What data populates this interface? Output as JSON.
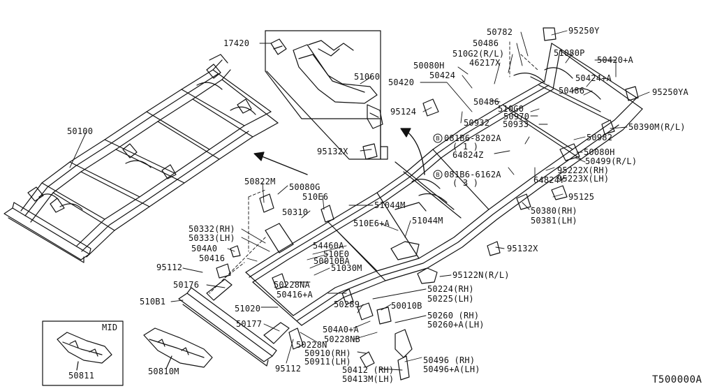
{
  "diagram_code": "T500000A",
  "inset_mid": {
    "title": "MID",
    "part": "50811"
  },
  "callouts": [
    {
      "id": "95250Y",
      "text": "95250Y"
    },
    {
      "id": "50782",
      "text": "50782"
    },
    {
      "id": "17420",
      "text": "17420"
    },
    {
      "id": "50486-top",
      "text": "50486"
    },
    {
      "id": "51080P",
      "text": "51080P"
    },
    {
      "id": "510G2",
      "text": "510G2(R/L)"
    },
    {
      "id": "50420A",
      "text": "50420+A"
    },
    {
      "id": "50080H-top",
      "text": "50080H"
    },
    {
      "id": "46217X",
      "text": "46217X"
    },
    {
      "id": "50424A",
      "text": "50424+A"
    },
    {
      "id": "50424",
      "text": "50424"
    },
    {
      "id": "51060",
      "text": "51060"
    },
    {
      "id": "50420",
      "text": "50420"
    },
    {
      "id": "95250YA",
      "text": "95250YA"
    },
    {
      "id": "50486-mid",
      "text": "50486"
    },
    {
      "id": "50486-b",
      "text": "50486"
    },
    {
      "id": "510G0",
      "text": "510G0"
    },
    {
      "id": "95124",
      "text": "95124"
    },
    {
      "id": "50970",
      "text": "50970"
    },
    {
      "id": "50932",
      "text": "50932"
    },
    {
      "id": "50933",
      "text": "50933"
    },
    {
      "id": "50390M",
      "text": "50390M(R/L)"
    },
    {
      "id": "50100",
      "text": "50100"
    },
    {
      "id": "081B6-8202A",
      "text": "081B6-8202A"
    },
    {
      "id": "qty1",
      "text": "( 1 )"
    },
    {
      "id": "50982",
      "text": "50982"
    },
    {
      "id": "95132X-a",
      "text": "95132X"
    },
    {
      "id": "64824Z",
      "text": "64824Z"
    },
    {
      "id": "50080H-b",
      "text": "50080H"
    },
    {
      "id": "50499",
      "text": "50499(R/L)"
    },
    {
      "id": "95222X",
      "text": "95222X(RH)"
    },
    {
      "id": "081B6-6162A",
      "text": "081B6-6162A"
    },
    {
      "id": "qty3",
      "text": "( 3 )"
    },
    {
      "id": "95223X",
      "text": "95223X(LH)"
    },
    {
      "id": "50822M",
      "text": "50822M"
    },
    {
      "id": "50080G",
      "text": "50080G"
    },
    {
      "id": "64824Y",
      "text": "64824Y"
    },
    {
      "id": "510E6",
      "text": "510E6"
    },
    {
      "id": "95125",
      "text": "95125"
    },
    {
      "id": "51044M-a",
      "text": "51044M"
    },
    {
      "id": "50310",
      "text": "50310"
    },
    {
      "id": "50380",
      "text": "50380(RH)"
    },
    {
      "id": "50381",
      "text": "50381(LH)"
    },
    {
      "id": "510E6A",
      "text": "510E6+A"
    },
    {
      "id": "51044M-b",
      "text": "51044M"
    },
    {
      "id": "50332",
      "text": "50332(RH)"
    },
    {
      "id": "50333",
      "text": "50333(LH)"
    },
    {
      "id": "54460A",
      "text": "54460A"
    },
    {
      "id": "504A0",
      "text": "504A0"
    },
    {
      "id": "510E0",
      "text": "510E0"
    },
    {
      "id": "95132X-b",
      "text": "95132X"
    },
    {
      "id": "50416",
      "text": "50416"
    },
    {
      "id": "50010BA",
      "text": "50010BA"
    },
    {
      "id": "95112-a",
      "text": "95112"
    },
    {
      "id": "51030M",
      "text": "51030M"
    },
    {
      "id": "95122N",
      "text": "95122N(R/L)"
    },
    {
      "id": "50176",
      "text": "50176"
    },
    {
      "id": "50228NA",
      "text": "50228NA"
    },
    {
      "id": "50416A",
      "text": "50416+A"
    },
    {
      "id": "50224",
      "text": "50224(RH)"
    },
    {
      "id": "50225",
      "text": "50225(LH)"
    },
    {
      "id": "510B1",
      "text": "510B1"
    },
    {
      "id": "50289",
      "text": "50289"
    },
    {
      "id": "50010B",
      "text": "50010B"
    },
    {
      "id": "51020",
      "text": "51020"
    },
    {
      "id": "50260",
      "text": "50260  (RH)"
    },
    {
      "id": "50260A",
      "text": "50260+A(LH)"
    },
    {
      "id": "50177",
      "text": "50177"
    },
    {
      "id": "504A0A",
      "text": "504A0+A"
    },
    {
      "id": "50228NB",
      "text": "50228NB"
    },
    {
      "id": "50228N",
      "text": "50228N"
    },
    {
      "id": "50910",
      "text": "50910(RH)"
    },
    {
      "id": "50911",
      "text": "50911(LH)"
    },
    {
      "id": "50496",
      "text": "50496  (RH)"
    },
    {
      "id": "50496A",
      "text": "50496+A(LH)"
    },
    {
      "id": "50412",
      "text": "50412 (RH)"
    },
    {
      "id": "50413M",
      "text": "50413M(LH)"
    },
    {
      "id": "95112-b",
      "text": "95112"
    },
    {
      "id": "50810M",
      "text": "50810M"
    },
    {
      "id": "50811",
      "text": "50811"
    }
  ]
}
